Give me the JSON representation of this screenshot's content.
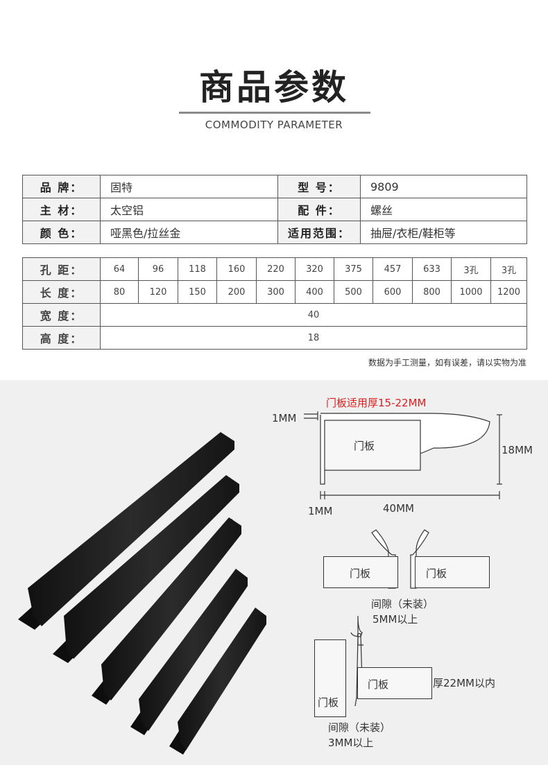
{
  "header": {
    "title": "商品参数",
    "subtitle": "COMMODITY PARAMETER"
  },
  "spec": {
    "rows": [
      {
        "label1": "品  牌：",
        "value1": "固特",
        "label2": "型  号：",
        "value2": "9809"
      },
      {
        "label1": "主  材：",
        "value1": "太空铝",
        "label2": "配  件：",
        "value2": "螺丝"
      },
      {
        "label1": "颜  色：",
        "value1": "哑黑色/拉丝金",
        "label2": "适用范围：",
        "value2": "抽屉/衣柜/鞋柜等"
      }
    ]
  },
  "sizes": {
    "hole_label": "孔  距：",
    "holes": [
      "64",
      "96",
      "118",
      "160",
      "220",
      "320",
      "375",
      "457",
      "633",
      "3孔",
      "3孔"
    ],
    "length_label": "长  度：",
    "lengths": [
      "80",
      "120",
      "150",
      "200",
      "300",
      "400",
      "500",
      "600",
      "800",
      "1000",
      "1200"
    ],
    "width_label": "宽  度：",
    "width": "40",
    "height_label": "高  度：",
    "height": "18"
  },
  "note": "数据为手工测量，如有误差，请以实物为准",
  "diagram": {
    "thickness_note": "门板适用厚15-22MM",
    "lip": "1MM",
    "height": "18MM",
    "gap": "1MM",
    "width": "40MM",
    "panel": "门板",
    "pair_gap": "间隙（未装）",
    "pair_gap_value": "5MM以上",
    "corner_thickness": "厚22MM以内",
    "corner_gap": "间隙（未装）",
    "corner_gap_value": "3MM以上"
  },
  "colors": {
    "accent_red": "#d81e1e",
    "handle": "#222222",
    "table_label_bg": "#f2f2f2"
  }
}
